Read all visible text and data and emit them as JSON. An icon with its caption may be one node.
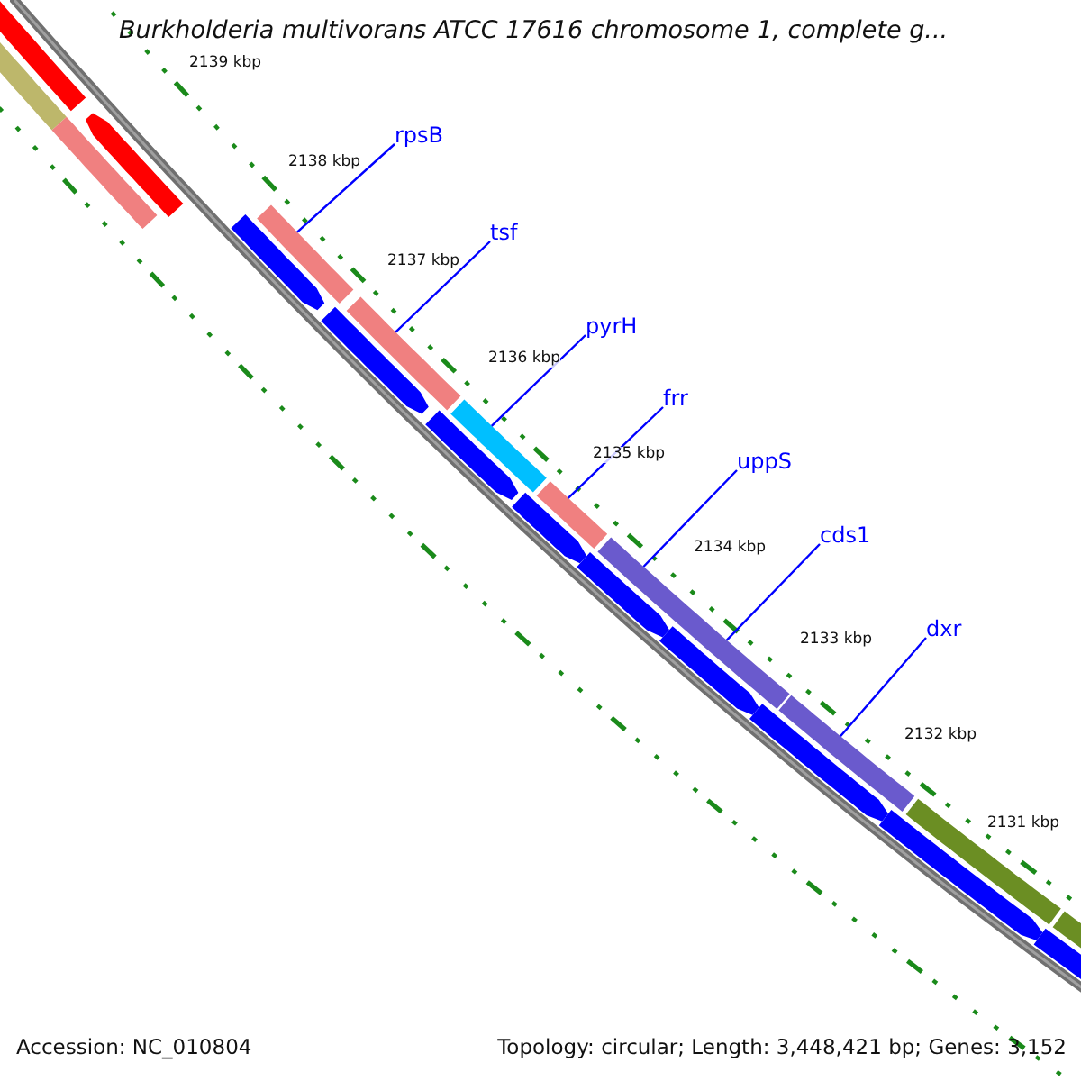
{
  "diagram": {
    "title": "Burkholderia multivorans ATCC 17616 chromosome 1, complete g...",
    "nodes": [
      {
        "text": [
          "rpsB"
        ]
      },
      {
        "text": [
          "tsf"
        ]
      },
      {
        "text": [
          "pyrH"
        ]
      },
      {
        "text": [
          "frr"
        ]
      },
      {
        "text": [
          "uppS"
        ]
      },
      {
        "text": [
          "cds1"
        ]
      },
      {
        "text": [
          "dxr"
        ]
      },
      {
        "text": [],
        "shape": "bar"
      },
      {
        "text": [],
        "shape": "bar"
      },
      {
        "text": [],
        "shape": "bar"
      },
      {
        "text": [],
        "shape": "bar"
      },
      {
        "text": [],
        "shape": "bar"
      },
      {
        "text": [],
        "shape": "bar"
      },
      {
        "text": [],
        "shape": "bar"
      },
      {
        "text": [],
        "shape": "bar"
      },
      {
        "text": [],
        "shape": "arrow"
      },
      {
        "text": [],
        "shape": "bar"
      },
      {
        "text": [],
        "shape": "arrow"
      },
      {
        "text": [],
        "shape": "arrow"
      },
      {
        "text": [],
        "shape": "arrow"
      },
      {
        "text": [],
        "shape": "arrow"
      },
      {
        "text": [],
        "shape": "arrow"
      },
      {
        "text": [],
        "shape": "arrow"
      },
      {
        "text": [],
        "shape": "arrow"
      },
      {
        "text": [],
        "shape": "arrow"
      },
      {
        "text": [],
        "shape": "arrow"
      },
      {
        "text": [],
        "shape": "bar"
      },
      {
        "text": [],
        "shape": "bar"
      }
    ],
    "edges": [
      {
        "from": 0,
        "to": 7,
        "arrow": "none"
      },
      {
        "from": 1,
        "to": 8,
        "arrow": "none"
      },
      {
        "from": 2,
        "to": 9,
        "arrow": "none"
      },
      {
        "from": 3,
        "to": 10,
        "arrow": "none"
      },
      {
        "from": 4,
        "to": 11,
        "arrow": "none"
      },
      {
        "from": 5,
        "to": 11,
        "arrow": "none"
      },
      {
        "from": 6,
        "to": 12,
        "arrow": "none"
      }
    ],
    "labels": [
      "2139 kbp",
      "2138 kbp",
      "2137 kbp",
      "2136 kbp",
      "2135 kbp",
      "2134 kbp",
      "2133 kbp",
      "2132 kbp",
      "2131 kbp",
      "Accession: NC_010804",
      "Topology: circular; Length: 3,448,421 bp; Genes: 3,152"
    ]
  }
}
